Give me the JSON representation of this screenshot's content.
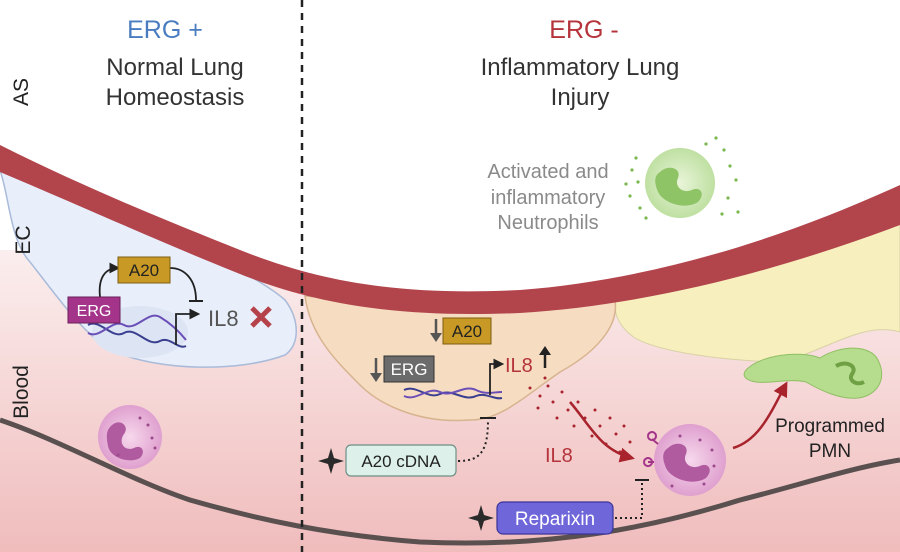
{
  "left_panel": {
    "heading": "ERG +",
    "subtitle_line1": "Normal Lung",
    "subtitle_line2": "Homeostasis"
  },
  "right_panel": {
    "heading": "ERG -",
    "subtitle_line1": "Inflammatory Lung",
    "subtitle_line2": "Injury"
  },
  "side_labels": {
    "airspace": "AS",
    "endothelium": "EC",
    "blood": "Blood"
  },
  "left_cell": {
    "erg_label": "ERG",
    "a20_label": "A20",
    "il8_label": "IL8"
  },
  "right_cell": {
    "a20_label": "A20",
    "erg_label": "ERG",
    "il8_label": "IL8"
  },
  "neutrophils": {
    "activated_line1": "Activated and",
    "activated_line2": "inflammatory",
    "activated_line3": "Neutrophils",
    "programmed_line1": "Programmed",
    "programmed_line2": "PMN"
  },
  "il8_secreted": "IL8",
  "treatments": {
    "a20_cdna": "A20 cDNA",
    "reparixin": "Reparixin"
  },
  "colors": {
    "erg_positive": "#4a7cc0",
    "erg_negative": "#b5333a",
    "vessel_wall": "#b2444c",
    "a20_box": "#c89a25",
    "erg_box_left": "#a3348a",
    "erg_box_right": "#6b6b6b",
    "reparixin_box": "#6f66d9",
    "cdna_box": "#ddf1ea"
  }
}
